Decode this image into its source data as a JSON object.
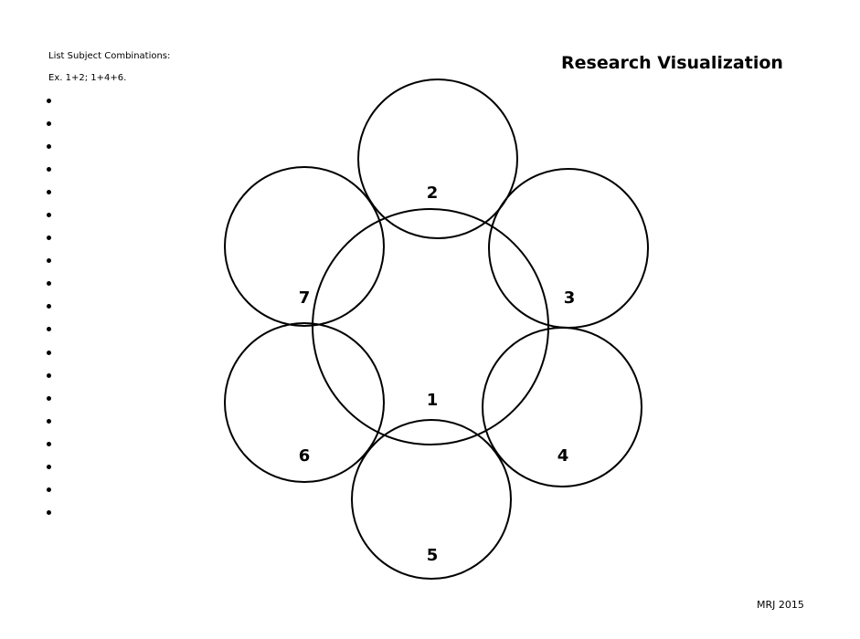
{
  "title": "Research Visualization",
  "instructions": "List Subject Combinations:",
  "example": "Ex. 1+2; 1+4+6.",
  "bullet_count": 19,
  "circles": [
    {
      "label": "1"
    },
    {
      "label": "2"
    },
    {
      "label": "3"
    },
    {
      "label": "4"
    },
    {
      "label": "5"
    },
    {
      "label": "6"
    },
    {
      "label": "7"
    }
  ],
  "footer": "MRJ 2015"
}
